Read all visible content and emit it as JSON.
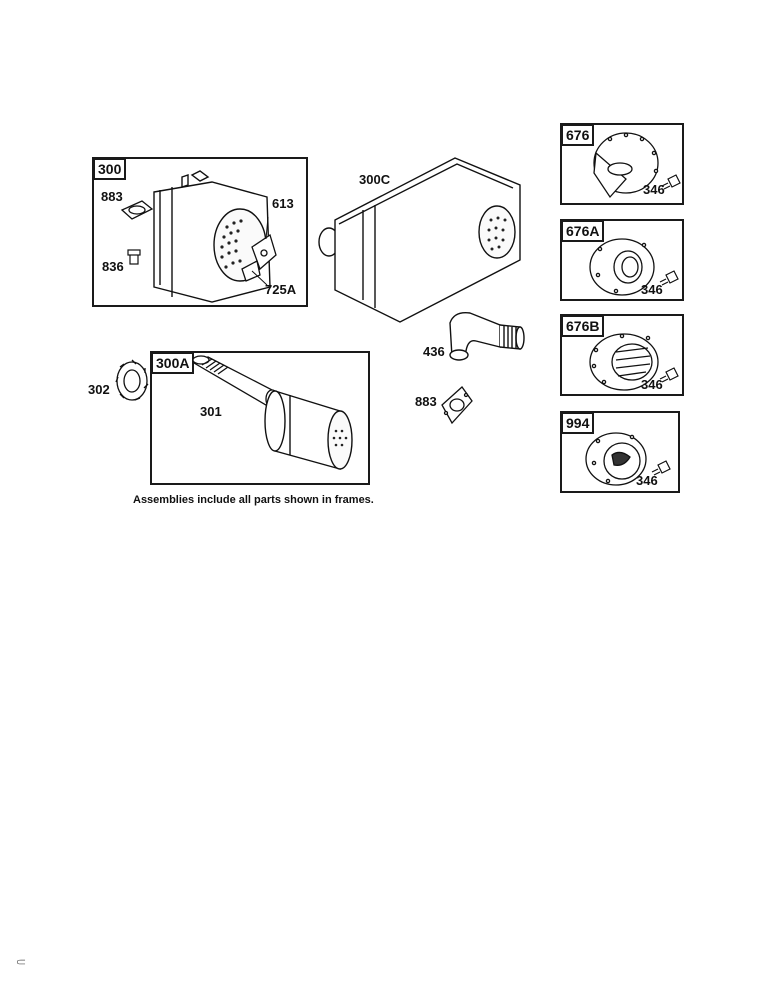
{
  "frames": {
    "f300": "300",
    "f300A": "300A",
    "f676": "676",
    "f676A": "676A",
    "f676B": "676B",
    "f994": "994"
  },
  "labels": {
    "l883a": "883",
    "l836": "836",
    "l613": "613",
    "l725A": "725A",
    "l300C": "300C",
    "l436": "436",
    "l883b": "883",
    "l302": "302",
    "l301": "301",
    "l346a": "346",
    "l346b": "346",
    "l346c": "346",
    "l346d": "346"
  },
  "note": "Assemblies include all parts shown in frames.",
  "corner_mark": "⸦"
}
